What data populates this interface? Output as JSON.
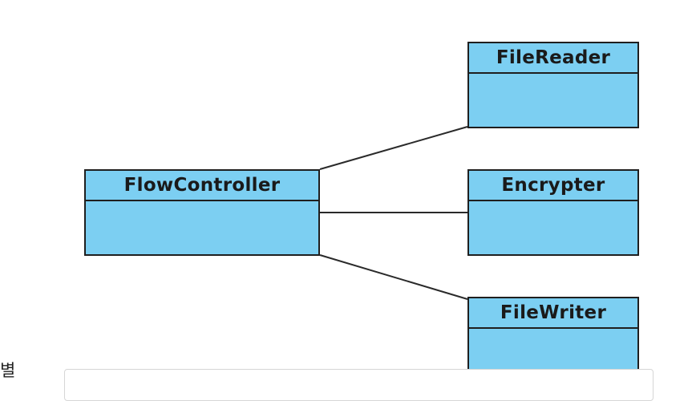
{
  "diagram": {
    "classes": {
      "flow_controller": "FlowController",
      "file_reader": "FileReader",
      "encrypter": "Encrypter",
      "file_writer": "FileWriter"
    }
  },
  "side_label": "별",
  "colors": {
    "class_fill": "#7ccff2",
    "border": "#1f1f1f"
  }
}
